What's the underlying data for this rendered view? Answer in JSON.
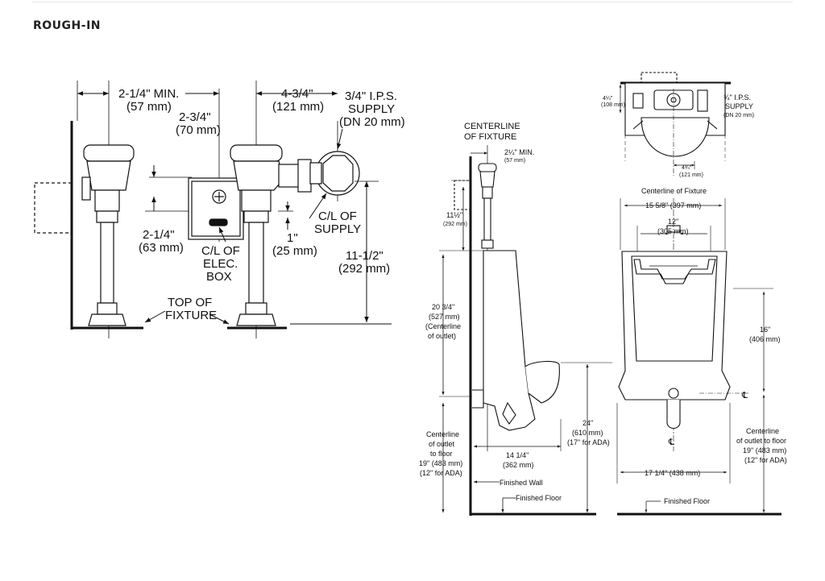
{
  "section_title": "ROUGH-IN",
  "left_diagram": {
    "dim_min_line1": "2-1/4\" MIN.",
    "dim_min_line2": "(57 mm)",
    "dim_70_line1": "2-3/4\"",
    "dim_70_line2": "(70 mm)",
    "dim_121_line1": "4-3/4\"",
    "dim_121_line2": "(121 mm)",
    "supply_line1": "3/4\" I.P.S.",
    "supply_line2": "SUPPLY",
    "supply_line3": "(DN 20 mm)",
    "dim_63_line1": "2-1/4\"",
    "dim_63_line2": "(63 mm)",
    "elec_line1": "C/L OF",
    "elec_line2": "ELEC.",
    "elec_line3": "BOX",
    "dim_25_line1": "1\"",
    "dim_25_line2": "(25 mm)",
    "cl_supply_line1": "C/L OF",
    "cl_supply_line2": "SUPPLY",
    "dim_292_line1": "11-1/2\"",
    "dim_292_line2": "(292 mm)",
    "top_fixture_line1": "TOP OF",
    "top_fixture_line2": "FIXTURE"
  },
  "side_diagram": {
    "centerline_line1": "CENTERLINE",
    "centerline_line2": "OF  FIXTURE",
    "min_line1": "2¼\" MIN.",
    "min_line2": "(57 mm)",
    "d292_line1": "11½\"",
    "d292_line2": "(292 mm)",
    "d527_line1": "20 3/4\"",
    "d527_line2": "(527 mm)",
    "d527_line3": "(Centerline",
    "d527_line4": "of outlet)",
    "floor_line1": "Centerline",
    "floor_line2": "of outlet",
    "floor_line3": "to floor",
    "floor_line4": "19\" (483 mm)",
    "floor_line5": "(12\" for ADA)",
    "d610_line1": "24\"",
    "d610_line2": "(610 mm)",
    "d610_line3": "(17\" for ADA)",
    "d362_line1": "14 1/4\"",
    "d362_line2": "(362 mm)",
    "finished_wall": "Finished Wall",
    "finished_floor": "Finished Floor"
  },
  "top_view": {
    "d108_line1": "4¼\"",
    "d108_line2": "(108 mm)",
    "supply_line1": "¾\" I.P.S.",
    "supply_line2": "SUPPLY",
    "supply_line3": "(DN 20 mm)",
    "d121_line1": "4¾\"",
    "d121_line2": "(121 mm)"
  },
  "front_view": {
    "centerline_fixture": "Centerline of Fixture",
    "d397": "15 5/8\" (397 mm)",
    "d305_line1": "12\"",
    "d305_line2": "(305 mm)",
    "d406_line1": "16\"",
    "d406_line2": "(406 mm)",
    "cl_symbol": "℄",
    "floor_line1": "Centerline",
    "floor_line2": "of outlet to floor",
    "floor_line3": "19\" (483 mm)",
    "floor_line4": "(12\" for ADA)",
    "d438": "17 1/4\" (438 mm)",
    "finished_floor": "Finished Floor"
  }
}
